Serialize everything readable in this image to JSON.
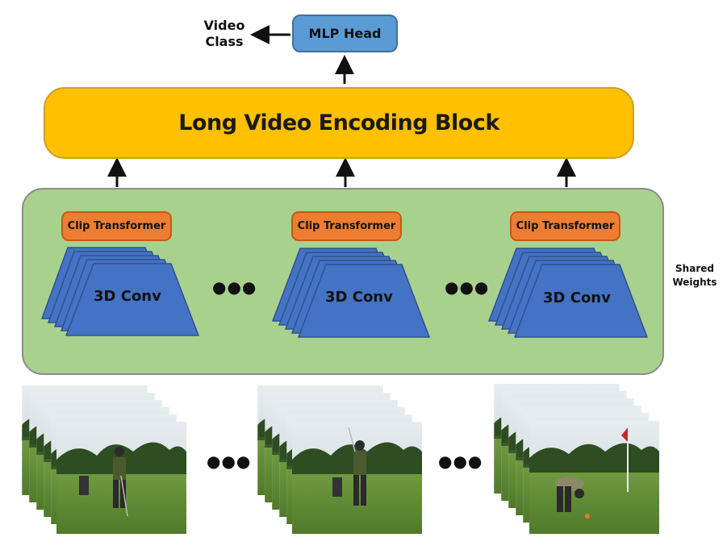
{
  "mlp_head": "MLP Head",
  "video_class": "Video Class",
  "long_video_encoding_block": "Long Video Encoding Block",
  "clip_transformer_labels": [
    "Clip Transformer",
    "Clip Transformer",
    "Clip Transformer"
  ],
  "conv_labels": [
    "3D Conv",
    "3D Conv",
    "3D Conv"
  ],
  "shared_weights": "Shared Weights",
  "ellipsis": "●●●",
  "colors": {
    "mlp_head": "#5b9bd5",
    "encoding_block": "#ffc000",
    "shared_box": "#a9d18e",
    "clip_transformer": "#ed7d31",
    "conv": "#4472c4"
  },
  "frame_stack_image": "golf-video-frames"
}
